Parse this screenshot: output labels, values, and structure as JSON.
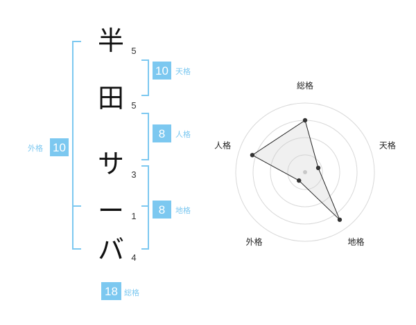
{
  "name": {
    "characters": [
      {
        "char": "半",
        "strokes": "5"
      },
      {
        "char": "田",
        "strokes": "5"
      },
      {
        "char": "サ",
        "strokes": "3"
      },
      {
        "char": "ー",
        "strokes": "1"
      },
      {
        "char": "バ",
        "strokes": "4"
      }
    ]
  },
  "fortunes": {
    "tenkaku": {
      "value": "10",
      "label": "天格"
    },
    "jinkaku": {
      "value": "8",
      "label": "人格"
    },
    "chikaku": {
      "value": "8",
      "label": "地格"
    },
    "gaikaku": {
      "value": "10",
      "label": "外格"
    },
    "soukaku": {
      "value": "18",
      "label": "総格"
    }
  },
  "chart_data": {
    "type": "radar",
    "axes": [
      "総格",
      "天格",
      "地格",
      "外格",
      "人格"
    ],
    "values": [
      0.75,
      0.2,
      0.85,
      0.15,
      0.8
    ],
    "range": [
      0,
      1
    ],
    "rings": 4,
    "fill_color": "#eeeeee",
    "line_color": "#222222"
  },
  "colors": {
    "accent": "#7cc8f0",
    "text": "#111111"
  }
}
